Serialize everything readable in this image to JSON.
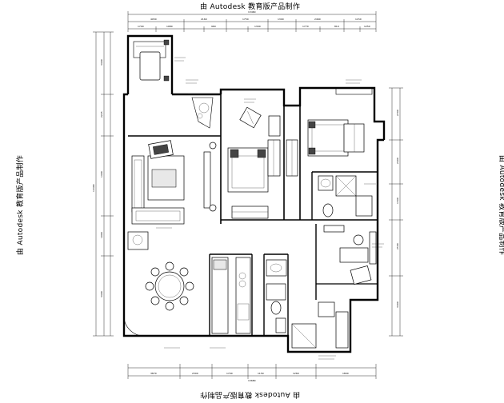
{
  "watermark": {
    "text": "由 Autodesk 教育版产品制作"
  },
  "dimensions": {
    "top_row_1": [
      "4050",
      "2160",
      "1750",
      "1300",
      "2460",
      "1150"
    ],
    "top_row_2": [
      "1700",
      "1980",
      "960",
      "1300",
      "1770",
      "810",
      "1250"
    ],
    "top_total": "13460",
    "bottom_row_1": [
      "3870",
      "2300",
      "1700",
      "1150",
      "1260",
      "1800"
    ],
    "bottom_total": "13680",
    "left": [
      "3400",
      "2225",
      "1400",
      "1000",
      "3400"
    ],
    "left_total": "14400",
    "right": [
      "2700",
      "2400",
      "1500",
      "2500",
      "3400"
    ]
  }
}
